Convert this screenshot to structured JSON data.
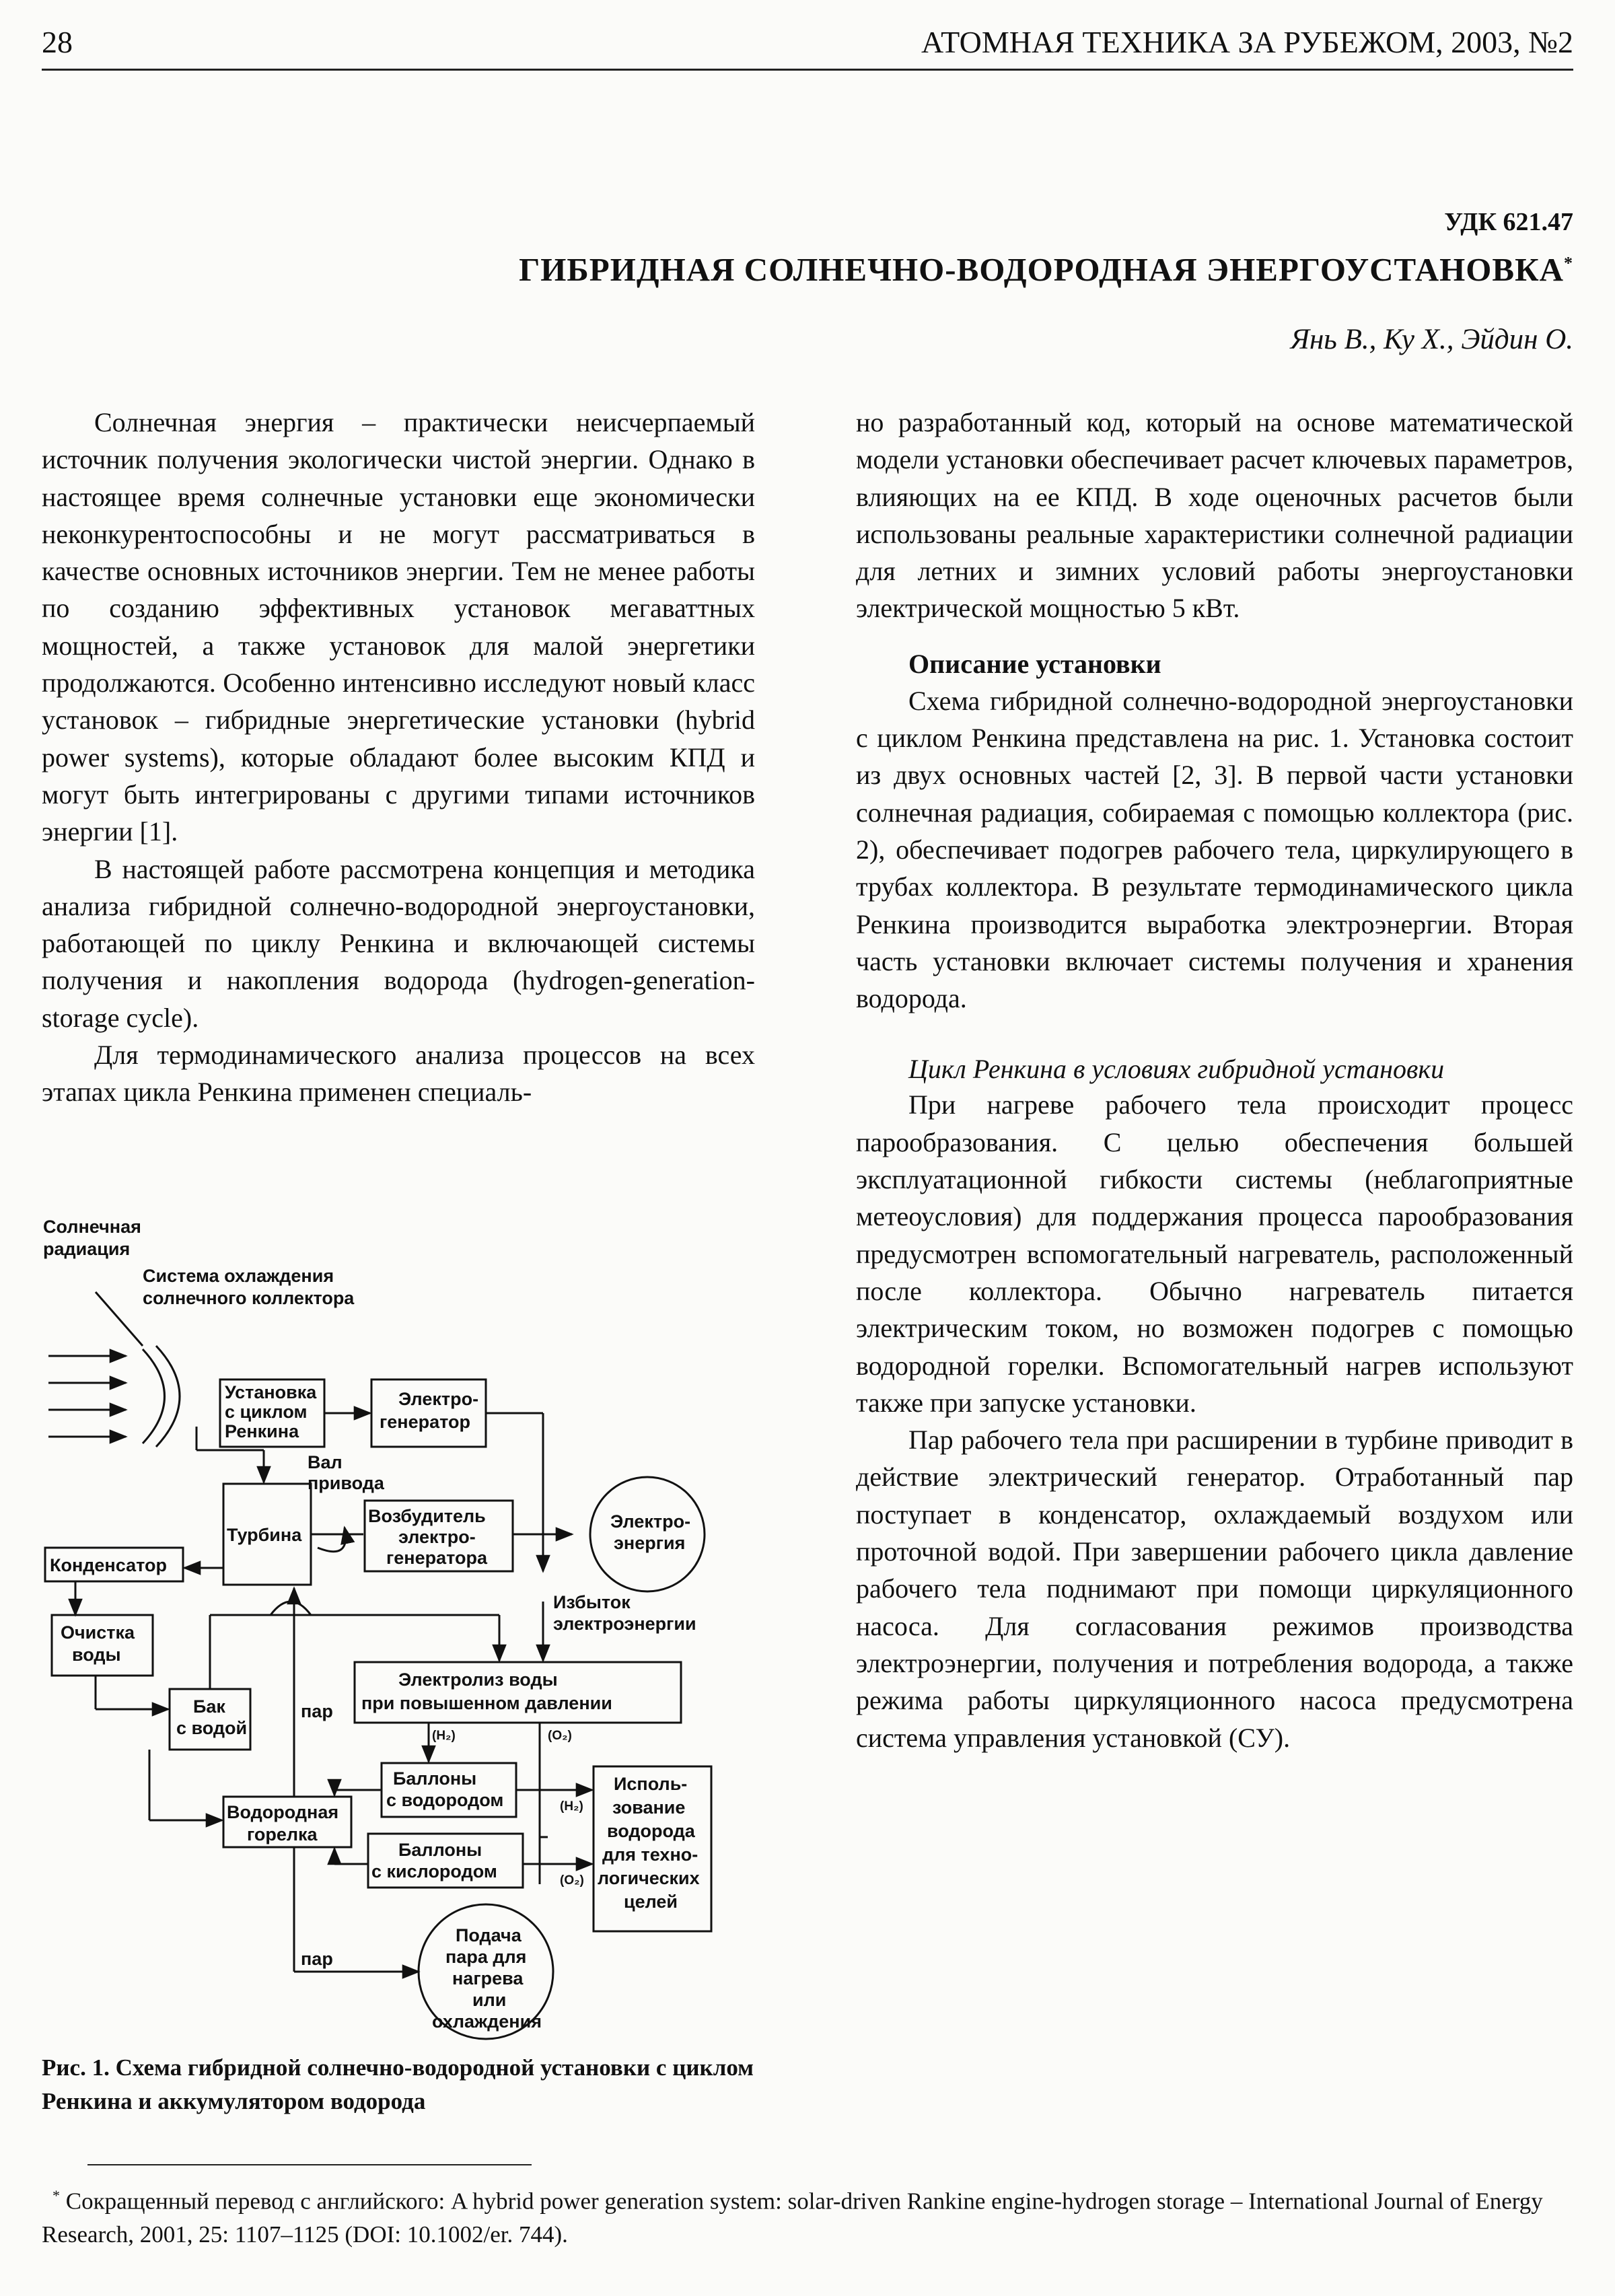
{
  "header": {
    "page_number": "28",
    "journal": "АТОМНАЯ ТЕХНИКА ЗА РУБЕЖОМ, 2003, №2"
  },
  "article": {
    "udk": "УДК 621.47",
    "title": "ГИБРИДНАЯ СОЛНЕЧНО-ВОДОРОДНАЯ ЭНЕРГОУСТАНОВКА",
    "title_mark": "*",
    "authors": "Янь В., Ку Х., Эйдин О."
  },
  "left_column": [
    "Солнечная энергия – практически неисчерпаемый источник получения экологически чистой энергии. Однако в настоящее время солнечные установки еще экономически неконкурентоспособны и не могут рассматриваться в качестве основных источников энергии. Тем не менее работы по созданию эффективных установок мегаваттных мощностей, а также установок для малой энергетики продолжаются. Особенно интенсивно исследуют новый класс установок – гибридные энергетические установки (hybrid power systems), которые обладают более высоким КПД и могут быть интегрированы с другими типами источников энергии [1].",
    "В настоящей работе рассмотрена концепция и методика анализа гибридной солнечно-водородной энергоустановки, работающей по циклу Ренкина и включающей системы получения и накопления водорода (hydrogen-generation-storage cycle).",
    "Для термодинамического анализа процессов на всех этапах цикла Ренкина применен специаль-"
  ],
  "right_column": {
    "intro": "но разработанный код, который на основе математической модели установки обеспечивает расчет ключевых параметров, влияющих на ее КПД. В ходе оценочных расчетов были использованы реальные характеристики солнечной радиации для летних и зимних условий работы энергоустановки электрической мощностью 5 кВт.",
    "section_heading": "Описание установки",
    "section_paragraph": "Схема гибридной солнечно-водородной энергоустановки с циклом Ренкина представлена на рис. 1. Установка состоит из двух основных частей [2, 3]. В первой части установки солнечная радиация, собираемая с помощью коллектора (рис. 2), обеспечивает подогрев рабочего тела, циркулирующего в трубах коллектора. В результате термодинамического цикла Ренкина производится выработка электроэнергии. Вторая часть установки включает системы получения и хранения водорода.",
    "subsection_heading": "Цикл Ренкина в условиях гибридной установки",
    "paragraph_1": "При нагреве рабочего тела происходит процесс парообразования. С целью обеспечения большей эксплуатационной гибкости системы (неблагоприятные метеоусловия) для поддержания процесса парообразования предусмотрен вспомогательный нагреватель, расположенный после коллектора. Обычно нагреватель питается электрическим током, но возможен подогрев с помощью водородной горелки. Вспомогательный нагрев используют также при запуске установки.",
    "paragraph_2": "Пар рабочего тела при расширении в турбине приводит в действие электрический генератор. Отработанный пар поступает в конденсатор, охлаждаемый воздухом или проточной водой. При завершении рабочего цикла давление рабочего тела поднимают при помощи циркуляционного насоса. Для согласования режимов производства электроэнергии, получения и потребления водорода, а также режима работы циркуляционного насоса предусмотрена система управления установкой (СУ)."
  },
  "figure": {
    "labels": {
      "solar_radiation_1": "Солнечная",
      "solar_radiation_2": "радиация",
      "cooling_1": "Система охлаждения",
      "cooling_2": "солнечного коллектора",
      "rankine_1": "Установка",
      "rankine_2": "с циклом",
      "rankine_3": "Ренкина",
      "generator_1": "Электро-",
      "generator_2": "генератор",
      "shaft_1": "Вал",
      "shaft_2": "привода",
      "turbine": "Турбина",
      "exciter_1": "Возбудитель",
      "exciter_2": "электро-",
      "exciter_3": "генератора",
      "electricity_1": "Электро-",
      "electricity_2": "энергия",
      "condenser": "Конденсатор",
      "purification_1": "Очистка",
      "purification_2": "воды",
      "surplus_1": "Избыток",
      "surplus_2": "электроэнергии",
      "electrolysis_1": "Электролиз воды",
      "electrolysis_2": "при повышенном давлении",
      "tank_1": "Бак",
      "tank_2": "с водой",
      "steam_1": "пар",
      "h2_a": "(H₂)",
      "o2_a": "(O₂)",
      "h2_cyl_1": "Баллоны",
      "h2_cyl_2": "с водородом",
      "h2_b": "(H₂)",
      "usage_1": "Исполь-",
      "usage_2": "зование",
      "usage_3": "водорода",
      "usage_4": "для техно-",
      "usage_5": "логических",
      "usage_6": "целей",
      "burner_1": "Водородная",
      "burner_2": "горелка",
      "o2_cyl_1": "Баллоны",
      "o2_cyl_2": "с кислородом",
      "o2_b": "(O₂)",
      "steam_2": "пар",
      "supply_1": "Подача",
      "supply_2": "пара для",
      "supply_3": "нагрева",
      "supply_4": "или",
      "supply_5": "охлаждения"
    },
    "caption": "Рис. 1. Схема гибридной солнечно-водородной установки с циклом Ренкина и аккумулятором водорода"
  },
  "footnote": {
    "mark": "*",
    "text": "Сокращенный перевод с английского: A hybrid power generation system: solar-driven Rankine engine-hydrogen storage – International Journal of Energy Research, 2001, 25: 1107–1125 (DOI: 10.1002/er. 744)."
  }
}
